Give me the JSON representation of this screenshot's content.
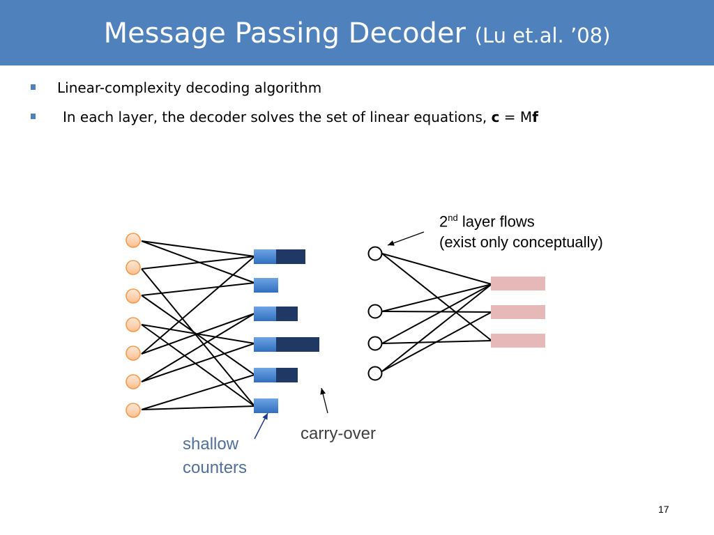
{
  "slide": {
    "title_main": "Message Passing Decoder",
    "title_sub": "(Lu et.al. ’08)",
    "bullets": [
      {
        "text": "Linear-complexity decoding algorithm"
      },
      {
        "text_prefix": "In each layer, the decoder solves the set of linear equations, ",
        "bold_c": "c",
        "eq": " = M",
        "bold_f": "f"
      }
    ],
    "page_number": "17"
  },
  "diagram": {
    "second_layer": {
      "num": "2",
      "sup": "nd",
      "rest": " layer flows",
      "line2": "(exist only conceptually)"
    },
    "carry_over_label": "carry-over",
    "shallow_label_line1": "shallow",
    "shallow_label_line2": "counters",
    "colors": {
      "flow_node_fill": "#fcd5b4",
      "flow_node_stroke": "#f79646",
      "shallow_counter": "#4a86d0",
      "carry_over": "#1f3864",
      "second_layer_counter": "#e6b9b8",
      "accent": "#4f81bd"
    }
  }
}
